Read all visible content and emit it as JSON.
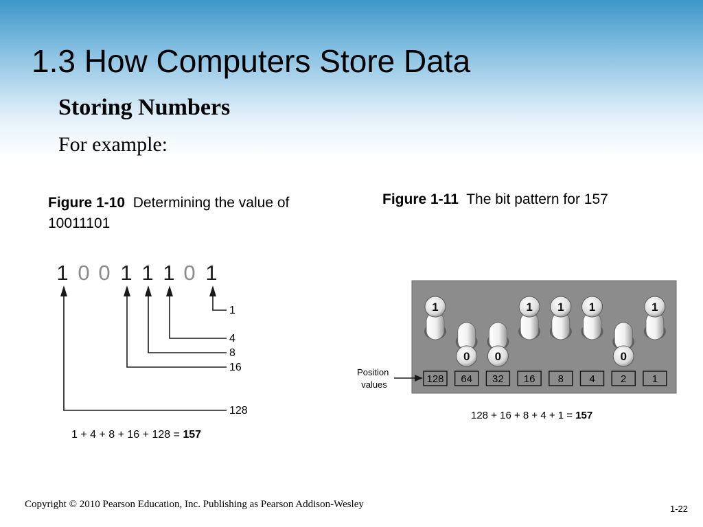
{
  "slide": {
    "title": "1.3 How Computers Store Data",
    "subtitle": "Storing Numbers",
    "intro": "For example:",
    "footer_copyright": "Copyright © 2010 Pearson Education, Inc. Publishing as Pearson Addison-Wesley",
    "slide_number": "1-22"
  },
  "figure_10": {
    "caption_label": "Figure 1-10",
    "caption_text": "Determining the value of 10011101",
    "bits": [
      "1",
      "0",
      "0",
      "1",
      "1",
      "1",
      "0",
      "1"
    ],
    "position_labels": [
      "1",
      "4",
      "8",
      "16",
      "128"
    ],
    "sum_expression": "1 + 4 + 8 + 16 + 128 = ",
    "sum_result": "157"
  },
  "figure_11": {
    "caption_label": "Figure 1-11",
    "caption_text": "The bit pattern for 157",
    "position_values_label": [
      "Position",
      "values"
    ],
    "switch_states": [
      "1",
      "0",
      "0",
      "1",
      "1",
      "1",
      "0",
      "1"
    ],
    "position_values": [
      "128",
      "64",
      "32",
      "16",
      "8",
      "4",
      "2",
      "1"
    ],
    "sum_expression": "128 + 16 + 8 + 4 + 1 = ",
    "sum_result": "157"
  },
  "colors": {
    "bit_one": "#1a1a1a",
    "bit_zero": "#8a8a8a",
    "panel": "#8c8c8c",
    "header_top": "#3d97c9"
  }
}
